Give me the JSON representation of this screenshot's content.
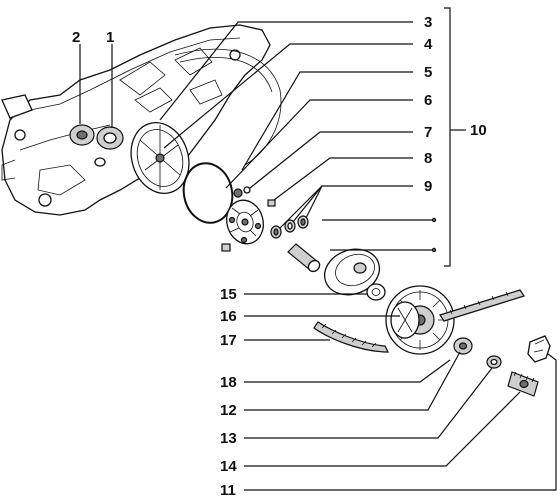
{
  "callouts": {
    "n1": "1",
    "n2": "2",
    "n3": "3",
    "n4": "4",
    "n5": "5",
    "n6": "6",
    "n7": "7",
    "n8": "8",
    "n9": "9",
    "n10": "10",
    "n11": "11",
    "n12": "12",
    "n13": "13",
    "n14": "14",
    "n15": "15",
    "n16": "16",
    "n17": "17",
    "n18": "18"
  }
}
